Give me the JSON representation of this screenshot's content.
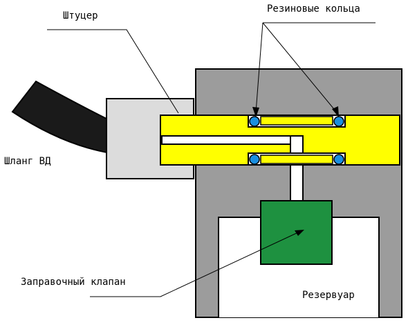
{
  "labels": {
    "fitting": "Штуцер",
    "orings": "Резиновые кольца",
    "hose": "Шланг ВД",
    "valve": "Заправочный клапан",
    "tank": "Резервуар"
  },
  "colors": {
    "hose": "#1a1a1a",
    "housing": "#9c9c9c",
    "coupling": "#dcdcdc",
    "fitting": "#ffff00",
    "oring": "#1a8fe0",
    "valve": "#1e9140",
    "tank": "#ffffff",
    "outline": "#000000"
  }
}
